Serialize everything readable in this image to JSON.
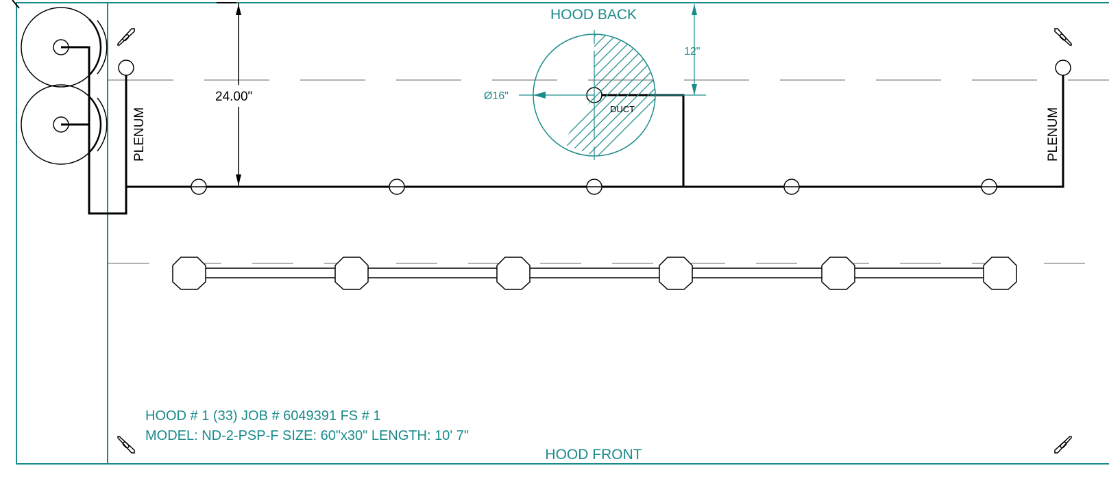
{
  "labels": {
    "hood_back": "HOOD BACK",
    "hood_front": "HOOD FRONT",
    "plenum_left": "PLENUM",
    "plenum_right": "PLENUM",
    "duct": "DUCT",
    "dim_24": "24.00\"",
    "dim_12": "12\"",
    "dim_dia": "Ø16\""
  },
  "info": {
    "line1": "HOOD # 1 (33)  JOB # 6049391 FS # 1",
    "line2": "MODEL: ND-2-PSP-F SIZE: 60\"x30\" LENGTH: 10' 7\""
  },
  "colors": {
    "teal": "#1a8a8a",
    "line": "#000000",
    "dash": "#666666"
  }
}
